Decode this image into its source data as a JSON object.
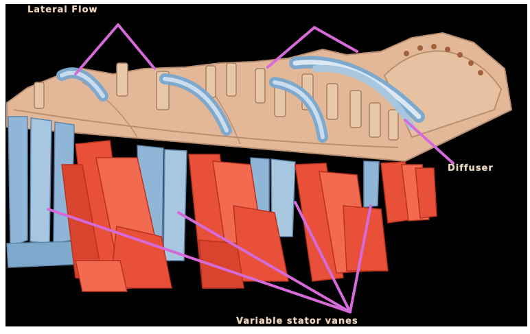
{
  "labels": {
    "top_left": "Lateral Flow",
    "right": "Diffuser",
    "bottom": "Variable stator vanes"
  },
  "colors": {
    "background": "#000000",
    "casing": "#e3b898",
    "casing_edge": "#b98f72",
    "stator": "#8fb6d6",
    "stator_light": "#c9ddee",
    "rotor_blade": "#e8503a",
    "rotor_blade_light": "#f26a50",
    "leader_line": "#d56ad8",
    "label_text": "#ead8c4"
  }
}
